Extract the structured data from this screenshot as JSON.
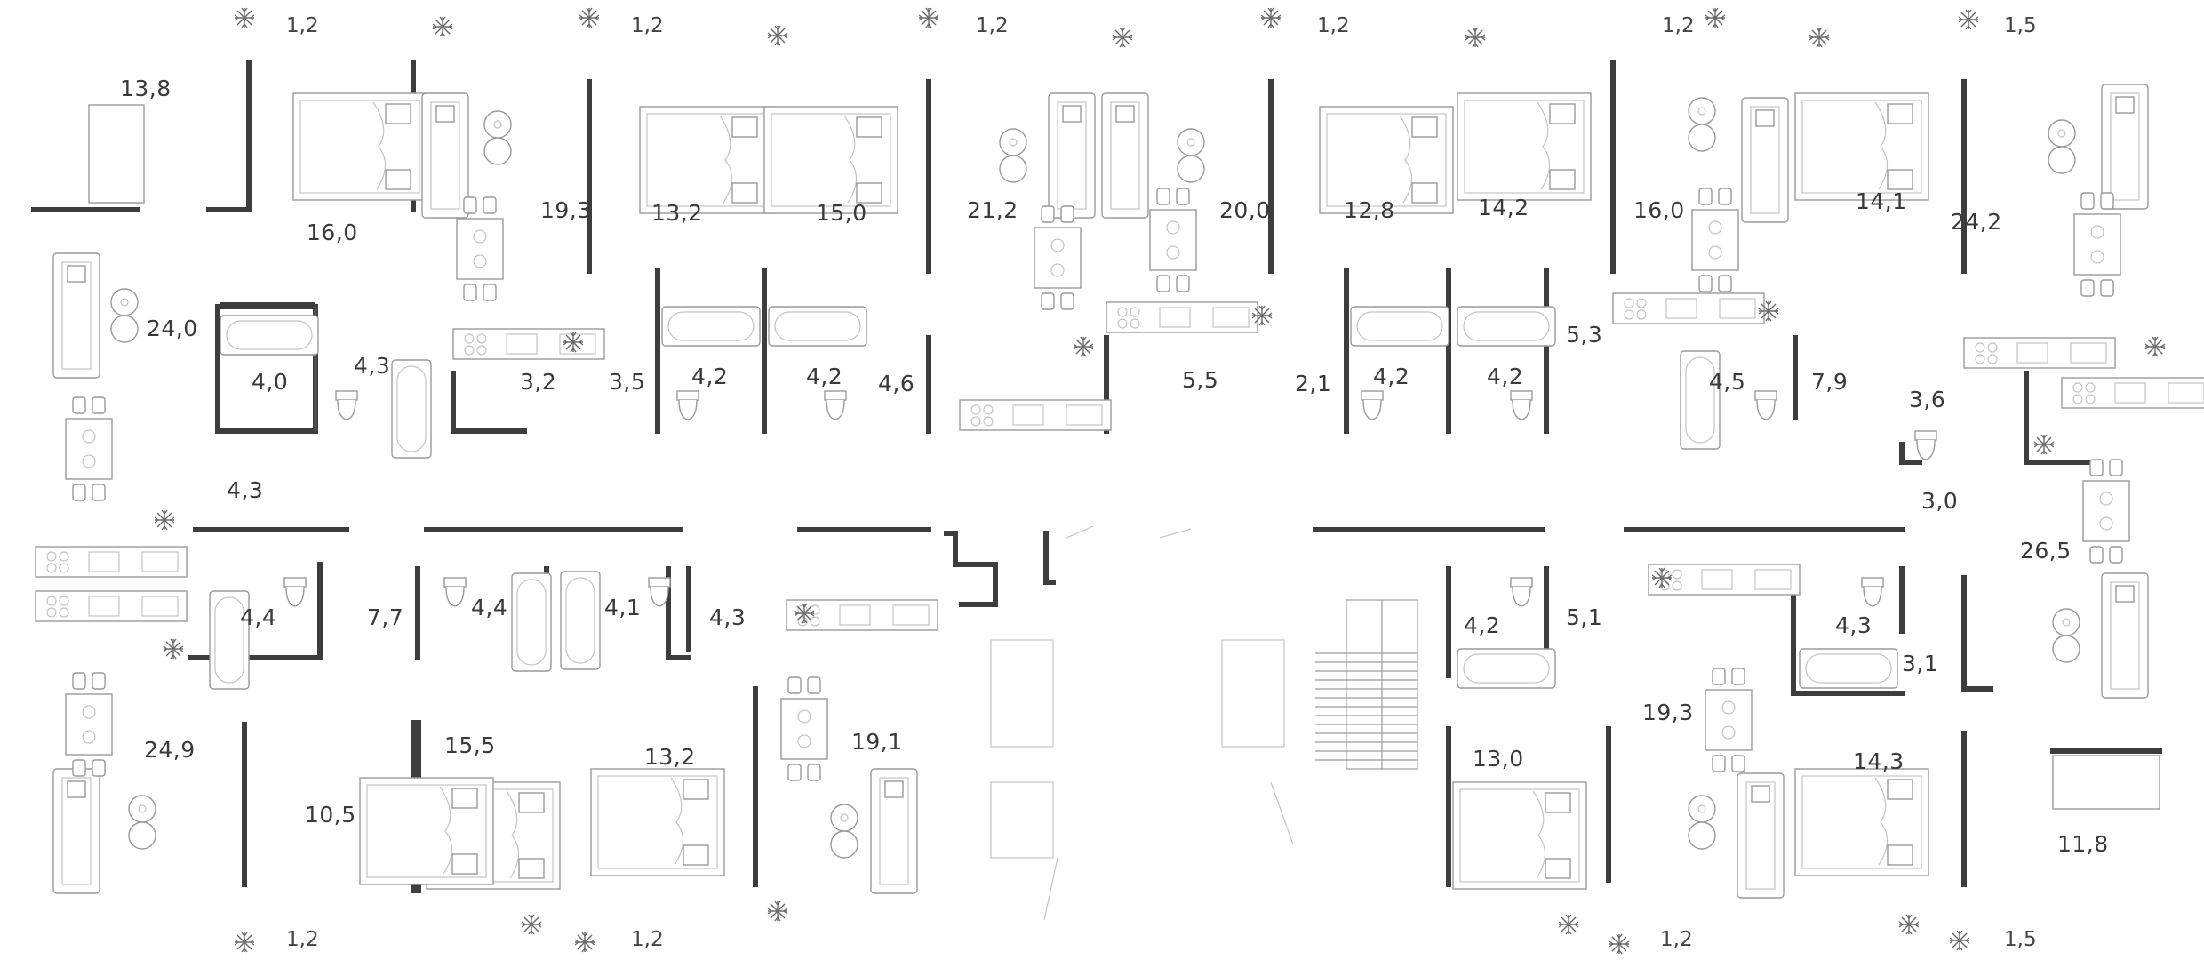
{
  "rooms": [
    {
      "id": "r1",
      "label": "13,8"
    },
    {
      "id": "r2",
      "label": "16,0"
    },
    {
      "id": "r3",
      "label": "19,3"
    },
    {
      "id": "r4",
      "label": "13,2"
    },
    {
      "id": "r5",
      "label": "15,0"
    },
    {
      "id": "r6",
      "label": "21,2"
    },
    {
      "id": "r7",
      "label": "20,0"
    },
    {
      "id": "r8",
      "label": "12,8"
    },
    {
      "id": "r9",
      "label": "14,2"
    },
    {
      "id": "r10",
      "label": "16,0"
    },
    {
      "id": "r11",
      "label": "14,1"
    },
    {
      "id": "r12",
      "label": "24,2"
    },
    {
      "id": "r13",
      "label": "24,0"
    },
    {
      "id": "r14",
      "label": "4,0"
    },
    {
      "id": "r15",
      "label": "4,3"
    },
    {
      "id": "r16",
      "label": "3,2"
    },
    {
      "id": "r17",
      "label": "3,5"
    },
    {
      "id": "r18",
      "label": "4,2"
    },
    {
      "id": "r19",
      "label": "4,2"
    },
    {
      "id": "r20",
      "label": "4,6"
    },
    {
      "id": "r21",
      "label": "5,5"
    },
    {
      "id": "r22",
      "label": "2,1"
    },
    {
      "id": "r23",
      "label": "4,2"
    },
    {
      "id": "r24",
      "label": "4,2"
    },
    {
      "id": "r25",
      "label": "5,3"
    },
    {
      "id": "r26",
      "label": "4,5"
    },
    {
      "id": "r27",
      "label": "7,9"
    },
    {
      "id": "r28",
      "label": "3,6"
    },
    {
      "id": "r29",
      "label": "4,3"
    },
    {
      "id": "r30",
      "label": "3,0"
    },
    {
      "id": "r31",
      "label": "26,5"
    },
    {
      "id": "r32",
      "label": "4,4"
    },
    {
      "id": "r33",
      "label": "7,7"
    },
    {
      "id": "r34",
      "label": "4,4"
    },
    {
      "id": "r35",
      "label": "4,1"
    },
    {
      "id": "r36",
      "label": "4,3"
    },
    {
      "id": "r37",
      "label": "4,2"
    },
    {
      "id": "r38",
      "label": "5,1"
    },
    {
      "id": "r39",
      "label": "4,3"
    },
    {
      "id": "r40",
      "label": "3,1"
    },
    {
      "id": "r41",
      "label": "24,9"
    },
    {
      "id": "r42",
      "label": "15,5"
    },
    {
      "id": "r43",
      "label": "13,2"
    },
    {
      "id": "r44",
      "label": "19,1"
    },
    {
      "id": "r45",
      "label": "10,5"
    },
    {
      "id": "r46",
      "label": "13,0"
    },
    {
      "id": "r47",
      "label": "19,3"
    },
    {
      "id": "r48",
      "label": "14,3"
    },
    {
      "id": "r49",
      "label": "11,8"
    }
  ],
  "balconies_top": [
    "1,2",
    "1,2",
    "1,2",
    "1,2",
    "1,2",
    "1,5"
  ],
  "balconies_bottom": [
    "1,2",
    "1,2",
    "1,2",
    "1,5"
  ],
  "colors": {
    "wall": "#3d3d3d",
    "furniture": "#9a9a9a",
    "text": "#3a3a3a"
  }
}
